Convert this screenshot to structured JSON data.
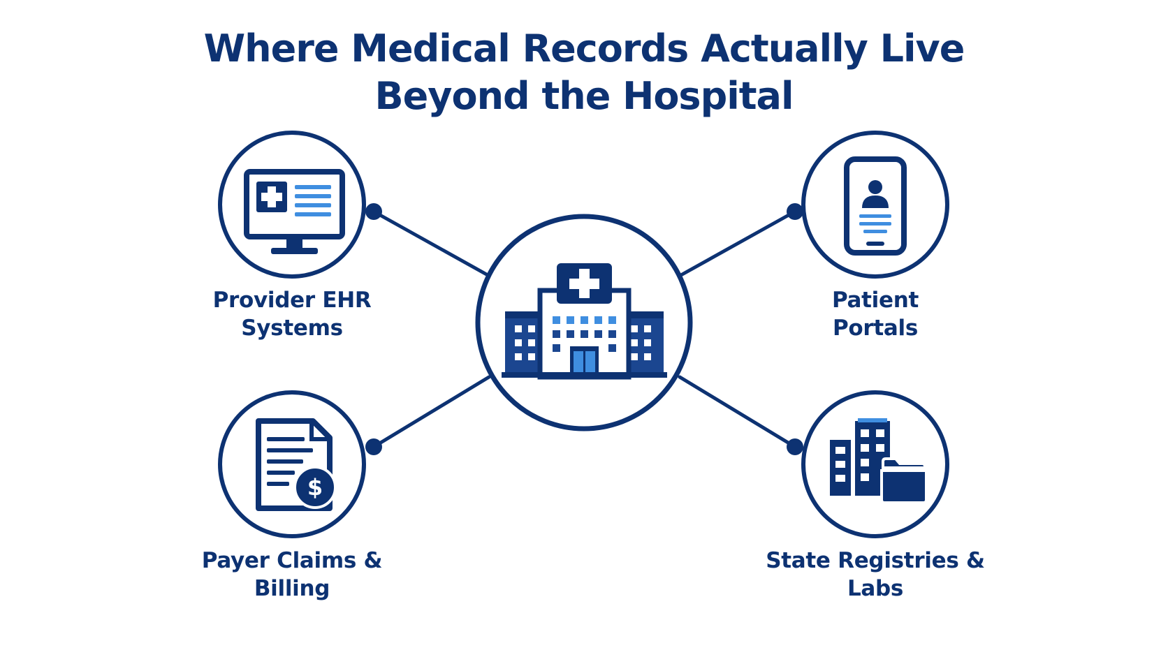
{
  "title": {
    "line1": "Where Medical Records Actually Live",
    "line2": "Beyond the Hospital"
  },
  "colors": {
    "navy": "#0d3272",
    "dark_blue": "#1b4690",
    "accent_blue": "#3f8ee0",
    "background": "#ffffff"
  },
  "center": {
    "icon": "hospital-icon"
  },
  "nodes": [
    {
      "id": "provider-ehr",
      "icon": "computer-monitor-icon",
      "label_line1": "Provider EHR",
      "label_line2": "Systems"
    },
    {
      "id": "patient-portals",
      "icon": "smartphone-patient-icon",
      "label_line1": "Patient",
      "label_line2": "Portals"
    },
    {
      "id": "payer-claims",
      "icon": "billing-document-icon",
      "label_line1": "Payer Claims &",
      "label_line2": "Billing"
    },
    {
      "id": "state-registries",
      "icon": "buildings-folder-icon",
      "label_line1": "State Registries &",
      "label_line2": "Labs"
    }
  ]
}
